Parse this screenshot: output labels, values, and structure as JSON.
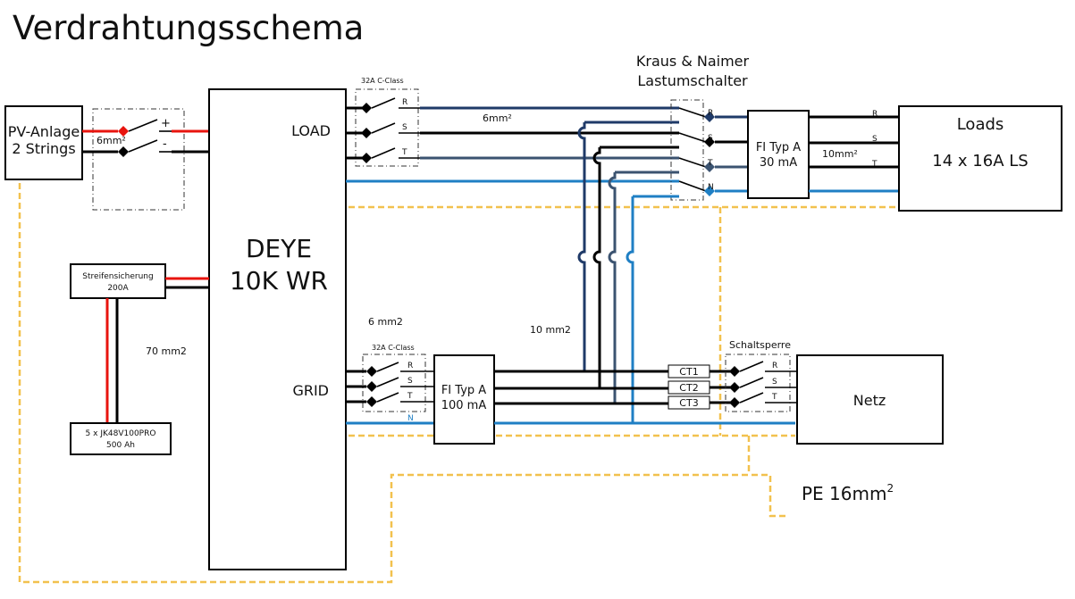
{
  "title": "Verdrahtungsschema",
  "pv": {
    "line1": "PV-Anlage",
    "line2": "2 Strings",
    "plus": "+",
    "minus": "-",
    "cable": "6mm²"
  },
  "inverter": {
    "line1": "DEYE",
    "line2": "10K WR",
    "load_port": "LOAD",
    "grid_port": "GRID"
  },
  "load_breaker": {
    "label": "32A C-Class",
    "phases": [
      "R",
      "S",
      "T"
    ],
    "cable": "6mm²"
  },
  "fuse": {
    "line1": "Streifensicherung",
    "line2": "200A"
  },
  "battery": {
    "line1": "5 x JK48V100PRO",
    "line2": "500 Ah",
    "cable": "70 mm2"
  },
  "switch": {
    "line1": "Kraus & Naimer",
    "line2": "Lastumschalter",
    "terminals": [
      "R",
      "S",
      "T",
      "N"
    ]
  },
  "rcd_load": {
    "line1": "FI Typ A",
    "line2": "30 mA",
    "cable": "10mm²"
  },
  "loads": {
    "title": "Loads",
    "subtitle": "14 x 16A LS",
    "phases": [
      "R",
      "S",
      "T"
    ]
  },
  "grid_breaker": {
    "label": "32A C-Class",
    "phases": [
      "R",
      "S",
      "T"
    ],
    "neutral": "N",
    "cable": "6 mm2"
  },
  "rcd_grid": {
    "line1": "FI Typ A",
    "line2": "100 mA",
    "cable": "10 mm2"
  },
  "ct": [
    "CT1",
    "CT2",
    "CT3"
  ],
  "lockout": {
    "label": "Schaltsperre",
    "phases": [
      "R",
      "S",
      "T"
    ]
  },
  "netz": {
    "label": "Netz"
  },
  "pe": {
    "label": "PE 16mm",
    "sup": "2"
  },
  "colors": {
    "dc_red": "#e8140e",
    "neutral_blue": "#1f7fc4",
    "pe_yellow": "#f2c14e",
    "phase_navy": "#1f3a68"
  }
}
